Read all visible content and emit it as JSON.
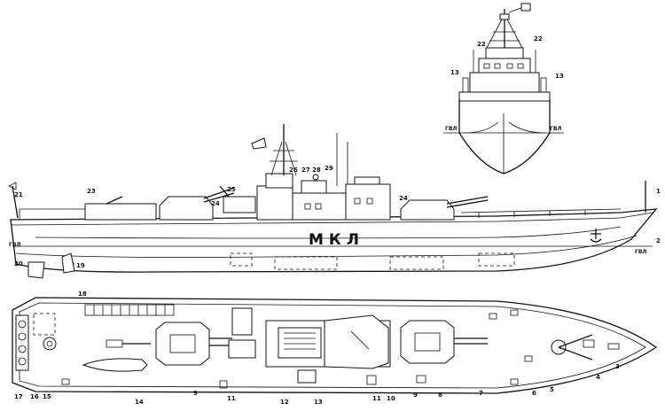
{
  "hull_marking": "МКЛ",
  "waterline_label": "ГВЛ",
  "side_view_callouts": [
    "1",
    "2",
    "19",
    "20",
    "21",
    "23",
    "24",
    "25",
    "26",
    "27",
    "28",
    "29",
    "24"
  ],
  "plan_view_callouts": [
    "3",
    "4",
    "5",
    "6",
    "7",
    "8",
    "9",
    "10",
    "11",
    "12",
    "13",
    "14",
    "15",
    "16",
    "17",
    "18",
    "9",
    "11"
  ],
  "front_view_callouts": [
    "22",
    "22",
    "13",
    "13"
  ]
}
